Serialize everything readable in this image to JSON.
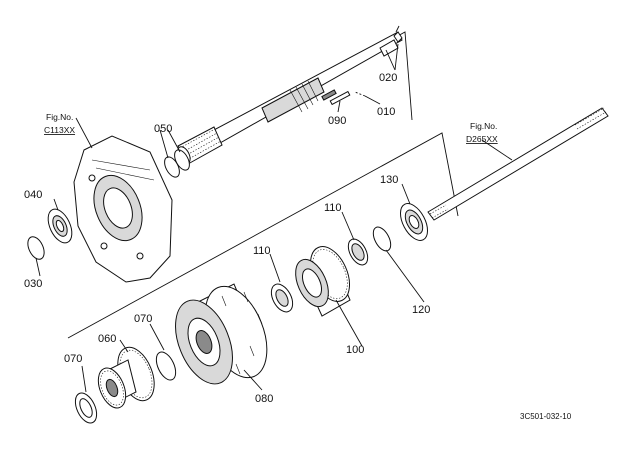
{
  "figure": {
    "code": "3C501-032-10",
    "references": [
      {
        "prefix": "Fig.No.",
        "number": "C113XX"
      },
      {
        "prefix": "Fig.No.",
        "number": "D265XX"
      }
    ]
  },
  "parts": [
    {
      "number": "010"
    },
    {
      "number": "020"
    },
    {
      "number": "030"
    },
    {
      "number": "040"
    },
    {
      "number": "050"
    },
    {
      "number": "060"
    },
    {
      "number": "070"
    },
    {
      "number": "070"
    },
    {
      "number": "080"
    },
    {
      "number": "090"
    },
    {
      "number": "100"
    },
    {
      "number": "110"
    },
    {
      "number": "110"
    },
    {
      "number": "120"
    },
    {
      "number": "130"
    }
  ]
}
